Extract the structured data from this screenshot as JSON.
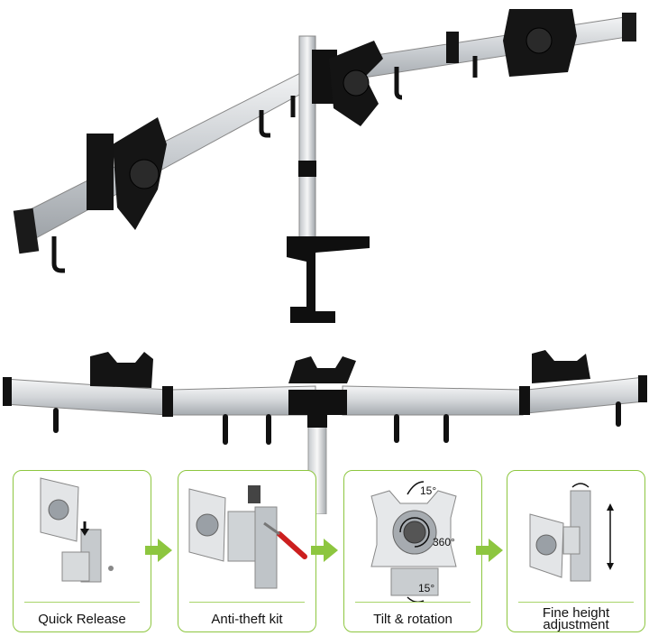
{
  "features": [
    {
      "label": "Quick Release"
    },
    {
      "label": "Anti-theft kit"
    },
    {
      "label": "Tilt & rotation"
    },
    {
      "label": "Fine height adjustment"
    }
  ],
  "annotations": {
    "tilt_top": "15°",
    "rotation": "360°",
    "tilt_bottom": "15°"
  },
  "colors": {
    "accent_green": "#8dc63f",
    "rail_silver": "#d6d9dc",
    "bracket_black": "#111111"
  }
}
